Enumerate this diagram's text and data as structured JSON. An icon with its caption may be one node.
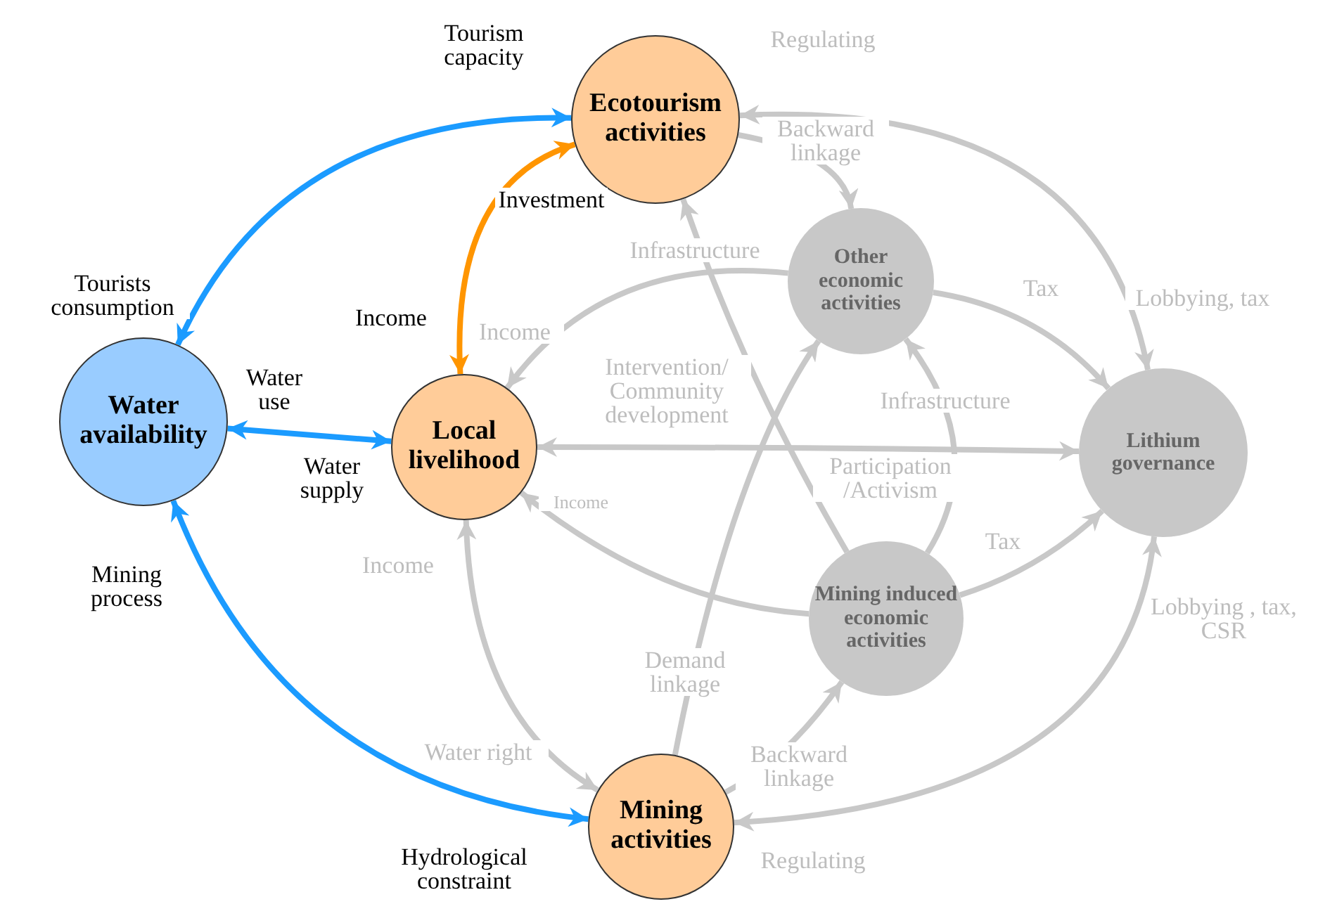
{
  "diagram": {
    "nodes": [
      {
        "text": [
          "Ecotourism activities"
        ]
      },
      {
        "text": [
          "Other economic activities"
        ]
      },
      {
        "text": [
          "Water availability"
        ]
      },
      {
        "text": [
          "Local livelihood"
        ]
      },
      {
        "text": [
          "Lithium governance"
        ]
      },
      {
        "text": [
          "Mining induced economic activities"
        ]
      },
      {
        "text": [
          "Mining activities"
        ]
      }
    ],
    "edges": [
      {
        "from": 2,
        "to": 0,
        "arrow": "both",
        "label": "Tourism capacity",
        "color": "#1b9bff"
      },
      {
        "from": 2,
        "to": 3,
        "arrow": "both",
        "label": "Water use",
        "color": "#1b9bff"
      },
      {
        "from": 2,
        "to": 6,
        "arrow": "both",
        "label": "Mining process",
        "color": "#1b9bff"
      },
      {
        "from": 3,
        "to": 0,
        "arrow": "both",
        "label": "Investment",
        "color": "#ff9500"
      },
      {
        "from": 4,
        "to": 0,
        "arrow": "both",
        "label": "Regulating"
      },
      {
        "from": 0,
        "to": 1,
        "arrow": "to",
        "label": "Backward linkage"
      },
      {
        "from": 1,
        "to": 3,
        "arrow": "to",
        "label": "Income"
      },
      {
        "from": 1,
        "to": 4,
        "arrow": "to",
        "label": "Tax"
      },
      {
        "from": 3,
        "to": 4,
        "arrow": "both",
        "label": "Intervention/ Community development"
      },
      {
        "from": 5,
        "to": 0,
        "arrow": "to",
        "label": "Infrastructure"
      },
      {
        "from": 5,
        "to": 1,
        "arrow": "to",
        "label": "Infrastructure"
      },
      {
        "from": 5,
        "to": 3,
        "arrow": "to",
        "label": "Income"
      },
      {
        "from": 5,
        "to": 4,
        "arrow": "to",
        "label": "Tax"
      },
      {
        "from": 6,
        "to": 1,
        "arrow": "to",
        "label": "Demand linkage"
      },
      {
        "from": 6,
        "to": 5,
        "arrow": "to",
        "label": "Backward linkage"
      },
      {
        "from": 3,
        "to": 6,
        "arrow": "both",
        "label": "Income"
      },
      {
        "from": 4,
        "to": 6,
        "arrow": "both",
        "label": "Lobbying , tax, CSR"
      }
    ],
    "labels": [
      "Tourists consumption",
      "Lobbying, tax",
      "Income",
      "Water supply",
      "Participation /Activism",
      "Water right",
      "Regulating",
      "Hydrological constraint"
    ]
  }
}
